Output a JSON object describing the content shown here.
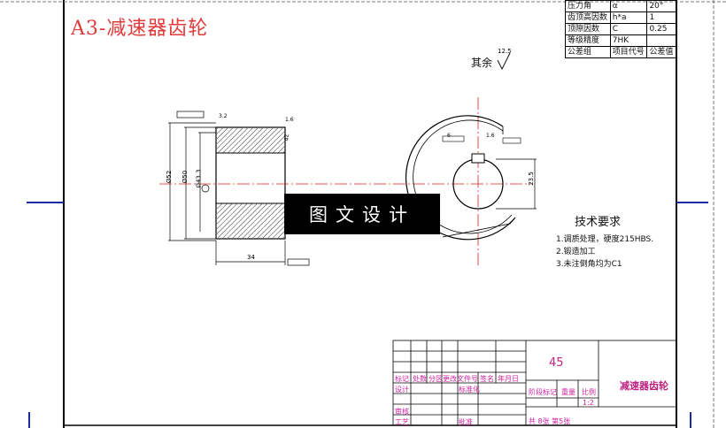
{
  "header": {
    "title": "A3-减速器齿轮"
  },
  "param_table": {
    "rows": [
      [
        "压力角",
        "α",
        "20°"
      ],
      [
        "齿顶高因数",
        "h*a",
        "1"
      ],
      [
        "顶隙因数",
        "C",
        "0.25"
      ],
      [
        "等级精度",
        "7HK",
        ""
      ],
      [
        "公差组",
        "项目代号",
        "公差值"
      ]
    ]
  },
  "drawing": {
    "roughness_note": "其余",
    "roughness_value": "12.5",
    "surface_marks": [
      "3.2",
      "1.6",
      "1.6"
    ],
    "dim_labels": {
      "d_outer": "Ø52",
      "d_mid": "Ø50",
      "d_bore": "Ø43.3",
      "width": "34",
      "key_depth": "23.5",
      "keyway": "6",
      "chamfer": "42"
    }
  },
  "watermark": {
    "text": "图文设计"
  },
  "tech_requirements": {
    "title": "技术要求",
    "items": [
      "1.调质处理，硬度215HBS.",
      "2.锻造加工",
      "3.未注倒角均为C1"
    ]
  },
  "title_block": {
    "material": "45",
    "part_name": "减速器齿轮",
    "header_cells": [
      "标记",
      "处数",
      "分区",
      "更改文件号",
      "签名",
      "年月日"
    ],
    "row_labels": [
      "设计",
      "标准化",
      "审核",
      "工艺",
      "批准"
    ],
    "stage_cells": [
      "阶段标记",
      "重量",
      "比例"
    ],
    "scale": "1:2",
    "sheet_info": "共 8张 第5张"
  }
}
